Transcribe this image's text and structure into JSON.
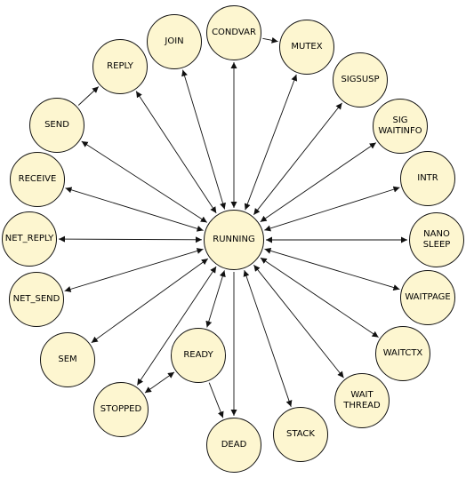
{
  "diagram": {
    "center": "RUNNING",
    "colors": {
      "node_fill": "#fdf6d0",
      "stroke": "#111111"
    },
    "states": [
      {
        "id": "running",
        "label": "RUNNING"
      },
      {
        "id": "join",
        "label": "JOIN"
      },
      {
        "id": "condvar",
        "label": "CONDVAR"
      },
      {
        "id": "mutex",
        "label": "MUTEX"
      },
      {
        "id": "sigsusp",
        "label": "SIGSUSP"
      },
      {
        "id": "sigwaitinfo",
        "label": "SIG\nWAITINFO"
      },
      {
        "id": "intr",
        "label": "INTR"
      },
      {
        "id": "nanosleep",
        "label": "NANO\nSLEEP"
      },
      {
        "id": "waitpage",
        "label": "WAITPAGE"
      },
      {
        "id": "waitctx",
        "label": "WAITCTX"
      },
      {
        "id": "waitthread",
        "label": "WAIT\nTHREAD"
      },
      {
        "id": "stack",
        "label": "STACK"
      },
      {
        "id": "dead",
        "label": "DEAD"
      },
      {
        "id": "ready",
        "label": "READY"
      },
      {
        "id": "stopped",
        "label": "STOPPED"
      },
      {
        "id": "sem",
        "label": "SEM"
      },
      {
        "id": "net_send",
        "label": "NET_SEND"
      },
      {
        "id": "net_reply",
        "label": "NET_REPLY"
      },
      {
        "id": "receive",
        "label": "RECEIVE"
      },
      {
        "id": "send",
        "label": "SEND"
      },
      {
        "id": "reply",
        "label": "REPLY"
      }
    ],
    "transitions": [
      {
        "from": "running",
        "to": "join",
        "dir": "both"
      },
      {
        "from": "running",
        "to": "condvar",
        "dir": "both"
      },
      {
        "from": "running",
        "to": "mutex",
        "dir": "both"
      },
      {
        "from": "running",
        "to": "sigsusp",
        "dir": "both"
      },
      {
        "from": "running",
        "to": "sigwaitinfo",
        "dir": "both"
      },
      {
        "from": "running",
        "to": "intr",
        "dir": "both"
      },
      {
        "from": "running",
        "to": "nanosleep",
        "dir": "both"
      },
      {
        "from": "running",
        "to": "waitpage",
        "dir": "both"
      },
      {
        "from": "running",
        "to": "waitctx",
        "dir": "both"
      },
      {
        "from": "running",
        "to": "waitthread",
        "dir": "both"
      },
      {
        "from": "running",
        "to": "stack",
        "dir": "both"
      },
      {
        "from": "running",
        "to": "dead",
        "dir": "forward"
      },
      {
        "from": "running",
        "to": "ready",
        "dir": "both"
      },
      {
        "from": "running",
        "to": "stopped",
        "dir": "both"
      },
      {
        "from": "running",
        "to": "sem",
        "dir": "both"
      },
      {
        "from": "running",
        "to": "net_send",
        "dir": "both"
      },
      {
        "from": "running",
        "to": "net_reply",
        "dir": "both"
      },
      {
        "from": "running",
        "to": "receive",
        "dir": "both"
      },
      {
        "from": "running",
        "to": "send",
        "dir": "both"
      },
      {
        "from": "running",
        "to": "reply",
        "dir": "both"
      },
      {
        "from": "send",
        "to": "reply",
        "dir": "forward"
      },
      {
        "from": "condvar",
        "to": "mutex",
        "dir": "forward"
      },
      {
        "from": "ready",
        "to": "dead",
        "dir": "forward"
      },
      {
        "from": "stopped",
        "to": "ready",
        "dir": "both"
      }
    ]
  }
}
